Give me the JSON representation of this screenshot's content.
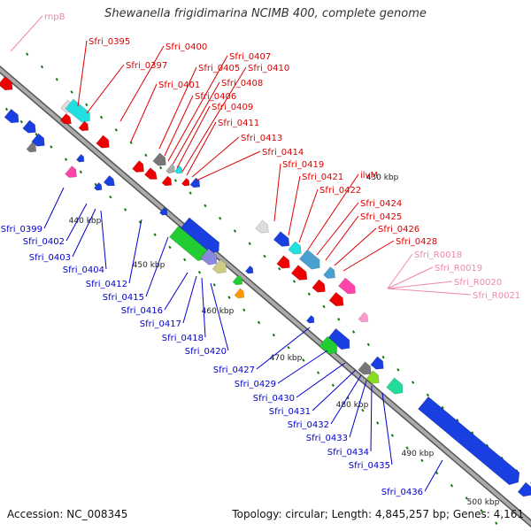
{
  "title": "Shewanella frigidimarina NCIMB 400, complete genome",
  "footer": {
    "accession": "Accession: NC_008345",
    "topology": "Topology: circular; Length: 4,845,257 bp; Genes: 4,161"
  },
  "colors": {
    "forward_label": "#dd0000",
    "reverse_label": "#0000cc",
    "rna_label": "#ee88aa",
    "backbone": "#888888",
    "tick": "#117711"
  },
  "kbp_marks": [
    "430 kbp",
    "440 kbp",
    "450 kbp",
    "460 kbp",
    "470 kbp",
    "480 kbp",
    "490 kbp",
    "500 kbp"
  ],
  "labels_top": [
    "rnpB",
    "Sfri_0395",
    "Sfri_0397",
    "Sfri_0400",
    "Sfri_0401",
    "Sfri_0405",
    "Sfri_0406",
    "Sfri_0407",
    "Sfri_0408",
    "Sfri_0409",
    "Sfri_0410",
    "Sfri_0411",
    "Sfri_0413",
    "Sfri_0414",
    "Sfri_0419",
    "Sfri_0421",
    "Sfri_0422",
    "ilvM",
    "Sfri_0424",
    "Sfri_0425",
    "Sfri_0426",
    "Sfri_0428"
  ],
  "labels_rna": [
    "Sfri_R0018",
    "Sfri_R0019",
    "Sfri_R0020",
    "Sfri_R0021"
  ],
  "labels_bottom": [
    "Sfri_0399",
    "Sfri_0402",
    "Sfri_0403",
    "Sfri_0404",
    "Sfri_0412",
    "Sfri_0415",
    "Sfri_0416",
    "Sfri_0417",
    "Sfri_0418",
    "Sfri_0420",
    "Sfri_0427",
    "Sfri_0429",
    "Sfri_0430",
    "Sfri_0431",
    "Sfri_0432",
    "Sfri_0433",
    "Sfri_0434",
    "Sfri_0435",
    "Sfri_0436"
  ]
}
